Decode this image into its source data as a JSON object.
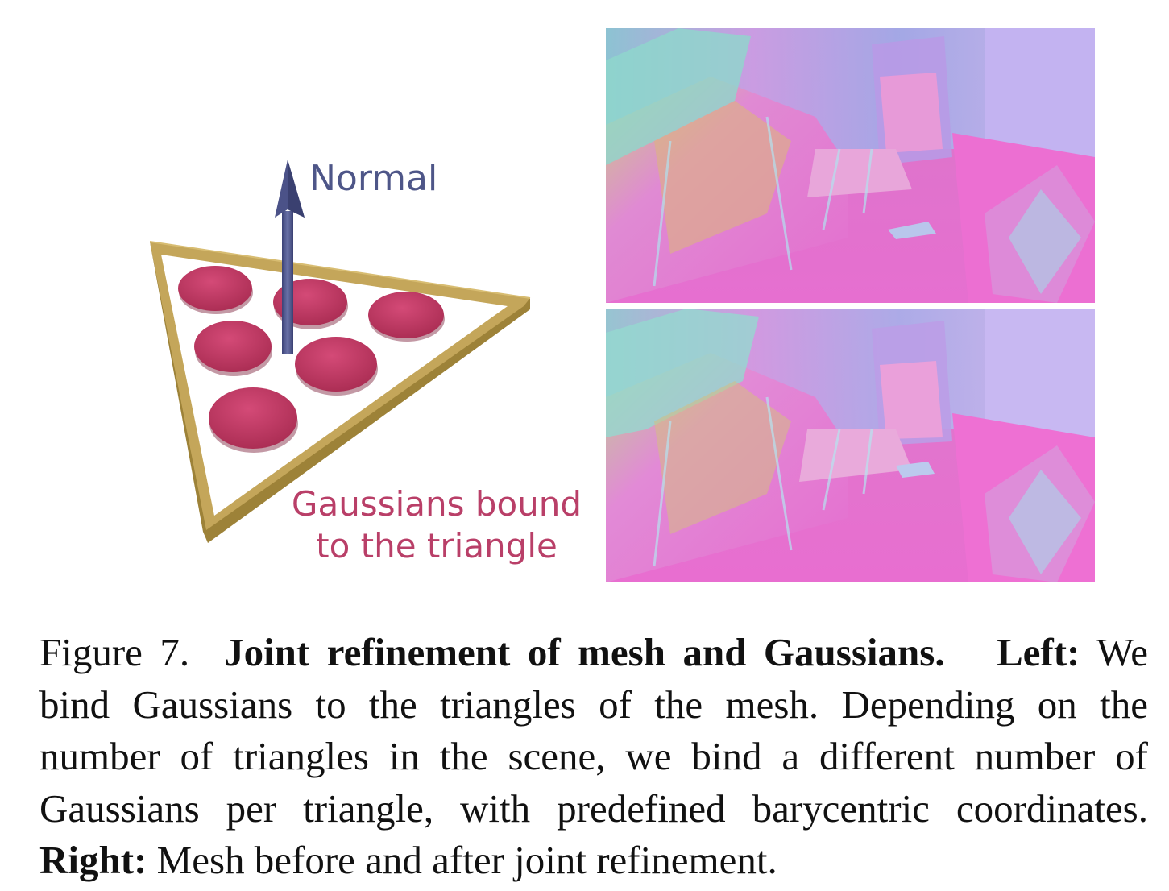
{
  "diagram": {
    "normal_label": "Normal",
    "gaussians_label_line1": "Gaussians bound",
    "gaussians_label_line2": "to the triangle",
    "colors": {
      "triangle_frame": "#b79a4e",
      "gaussian_disc": "#b9345c",
      "normal_arrow": "#4e5688"
    }
  },
  "renders": {
    "top_alt": "Mesh normal map before joint refinement",
    "bottom_alt": "Mesh normal map after joint refinement"
  },
  "caption": {
    "figure_number": "Figure 7.",
    "title": "Joint refinement of mesh and Gaussians.",
    "left_label": "Left:",
    "line1_tail": "We",
    "line2": "bind Gaussians to the triangles of the mesh.  Depending on the",
    "line3": "number of triangles in the scene, we bind a different number of",
    "line4": "Gaussians per triangle, with predefined barycentric coordinates.",
    "right_label": "Right:",
    "line5_tail": "Mesh before and after joint refinement."
  }
}
